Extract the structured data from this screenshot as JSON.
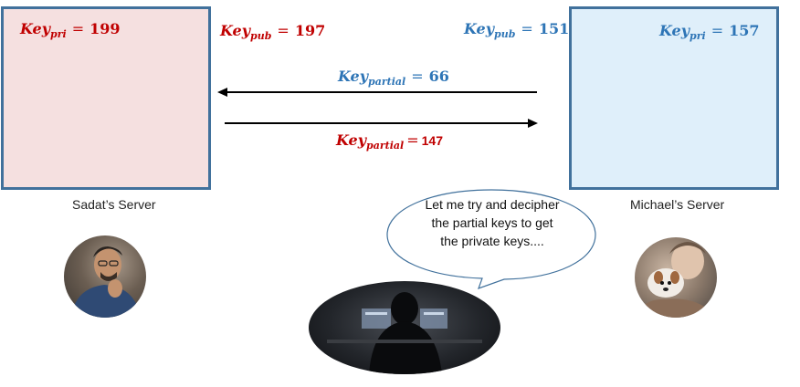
{
  "left_server": {
    "caption": "Sadat’s Server",
    "private_key": {
      "name": "Key",
      "sub": "pri",
      "value": "199"
    },
    "public_key": {
      "name": "Key",
      "sub": "pub",
      "value": "197"
    }
  },
  "right_server": {
    "caption": "Michael’s Server",
    "private_key": {
      "name": "Key",
      "sub": "pri",
      "value": "157"
    },
    "public_key": {
      "name": "Key",
      "sub": "pub",
      "value": "151"
    }
  },
  "exchange": {
    "to_left": {
      "name": "Key",
      "sub": "partial",
      "value": "66"
    },
    "to_right": {
      "name": "Key",
      "sub": "partial",
      "value": "147"
    }
  },
  "eavesdropper": {
    "speech": "Let me try and decipher the partial keys to get the private keys...."
  },
  "colors": {
    "left_key": "#c00000",
    "right_key": "#2e75b6",
    "box_border": "#41719c",
    "left_fill": "#f5e0e0",
    "right_fill": "#dfeffa"
  }
}
